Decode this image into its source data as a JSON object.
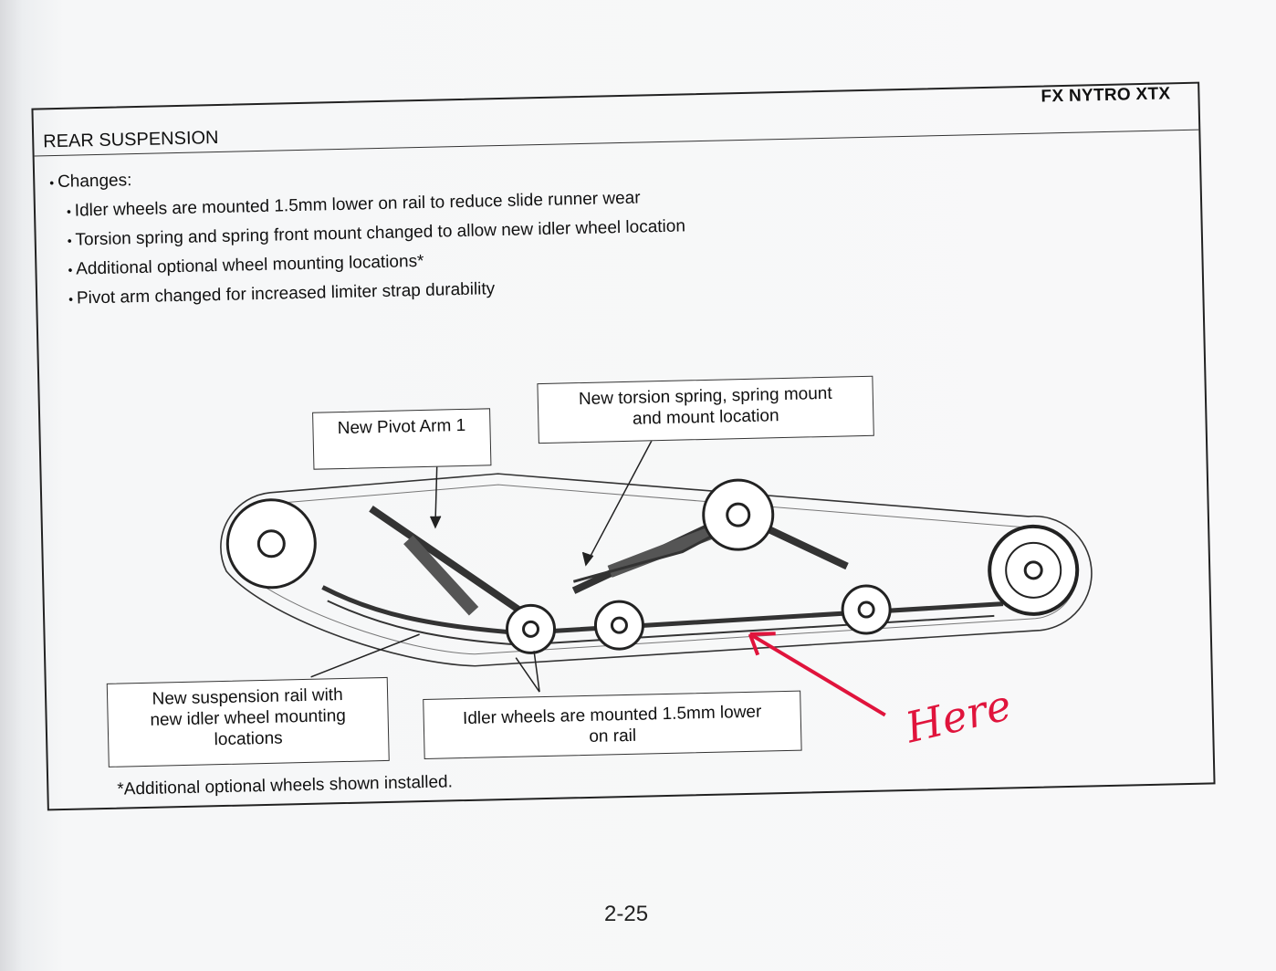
{
  "header": {
    "section_title": "REAR SUSPENSION",
    "model": "FX NYTRO XTX"
  },
  "changes": {
    "lead": "Changes:",
    "items": [
      "Idler wheels are mounted 1.5mm lower on rail to reduce slide runner wear",
      "Torsion spring and spring front mount changed to allow new idler wheel location",
      "Additional optional wheel mounting locations*",
      "Pivot arm changed for increased limiter strap durability"
    ]
  },
  "callouts": {
    "pivot_arm": "New Pivot Arm 1",
    "torsion_1": "New torsion spring, spring mount",
    "torsion_2": "and mount location",
    "rail_1": "New suspension rail with",
    "rail_2": "new idler wheel mounting",
    "rail_3": "locations",
    "idler_1": "Idler wheels are mounted 1.5mm lower",
    "idler_2": "on rail"
  },
  "annotation": {
    "text": "Here",
    "color": "#e0143c"
  },
  "footnote": "*Additional optional wheels shown installed.",
  "page_number": "2-25"
}
